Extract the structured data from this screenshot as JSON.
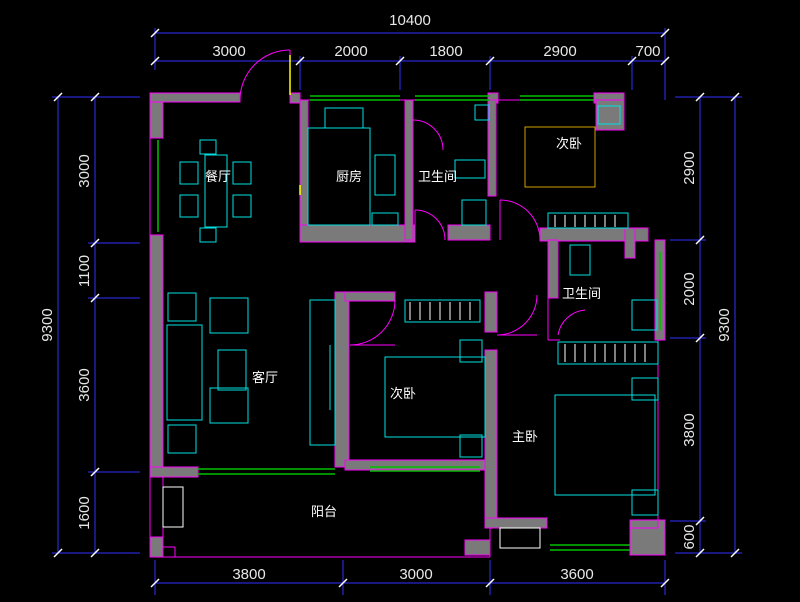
{
  "plan": {
    "overall_width": "10400",
    "overall_height": "9300",
    "top_dims": [
      "3000",
      "2000",
      "1800",
      "2900",
      "700"
    ],
    "bottom_dims": [
      "3800",
      "3000",
      "3600"
    ],
    "left_dims": [
      "3000",
      "1100",
      "3600",
      "1600"
    ],
    "right_dims": [
      "2900",
      "2000",
      "3800",
      "600"
    ],
    "rooms": {
      "dining": "餐厅",
      "kitchen": "厨房",
      "bath1": "卫生间",
      "bedroom2a": "次卧",
      "bath2": "卫生间",
      "living": "客厅",
      "bedroom2b": "次卧",
      "master": "主卧",
      "balcony": "阳台"
    }
  },
  "colors": {
    "wall": "#ff00ff",
    "wall_fill": "#808080",
    "dim_line": "#0000ff",
    "furniture": "#00ffff",
    "door": "#ff00ff",
    "window": "#00ff00",
    "text": "#ffffff"
  }
}
